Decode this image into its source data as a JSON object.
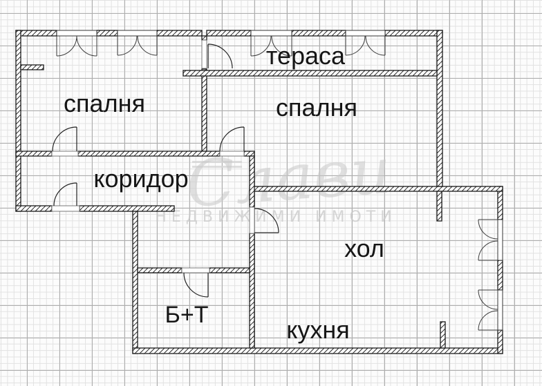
{
  "title": "apartment floor plan",
  "rooms": [
    {
      "id": "bedroom-1",
      "label": "спалня"
    },
    {
      "id": "terrace",
      "label": "тераса"
    },
    {
      "id": "bedroom-2",
      "label": "спалня"
    },
    {
      "id": "corridor",
      "label": "коридор"
    },
    {
      "id": "hall",
      "label": "хол"
    },
    {
      "id": "kitchen",
      "label": "кухня"
    },
    {
      "id": "bath-toilet",
      "label": "Б+Т"
    }
  ],
  "watermark": {
    "brand_script": "Слави",
    "brand_caption": "НЕДВИЖИМИ ИМОТИ"
  },
  "colors": {
    "wall_line": "#1a1a1a",
    "label_text": "#161616",
    "watermark": "#c9c9c9",
    "grid_minor": "#e2e2e2",
    "grid_major": "#adadad",
    "paper": "#fcfcfc"
  }
}
